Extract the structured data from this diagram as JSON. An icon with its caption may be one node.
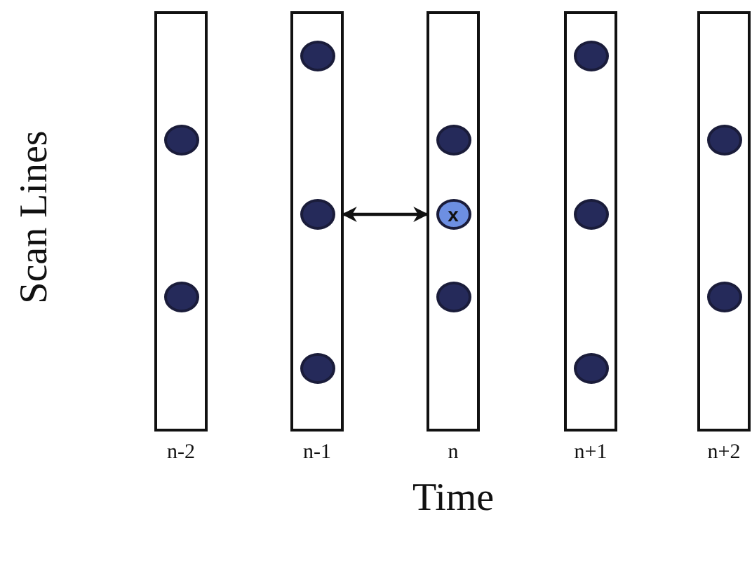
{
  "diagram": {
    "nodes": [
      {
        "text": [],
        "shape": "bar",
        "beside": [
          "n-2"
        ]
      },
      {
        "text": [],
        "shape": "circle",
        "in": 0
      },
      {
        "text": [],
        "shape": "circle",
        "in": 0
      },
      {
        "text": [],
        "shape": "bar",
        "beside": [
          "n-1"
        ]
      },
      {
        "text": [],
        "shape": "circle",
        "in": 3
      },
      {
        "text": [],
        "shape": "circle",
        "in": 3
      },
      {
        "text": [],
        "shape": "circle",
        "in": 3
      },
      {
        "text": [],
        "shape": "bar",
        "beside": [
          "n"
        ]
      },
      {
        "text": [],
        "shape": "circle",
        "in": 7
      },
      {
        "text": [
          "x"
        ],
        "in": 7
      },
      {
        "text": [],
        "shape": "circle",
        "in": 7
      },
      {
        "text": [],
        "shape": "bar",
        "beside": [
          "n+1"
        ]
      },
      {
        "text": [],
        "shape": "circle",
        "in": 11
      },
      {
        "text": [],
        "shape": "circle",
        "in": 11
      },
      {
        "text": [],
        "shape": "circle",
        "in": 11
      },
      {
        "text": [],
        "shape": "bar",
        "beside": [
          "n+2"
        ]
      },
      {
        "text": [],
        "shape": "circle",
        "in": 15
      },
      {
        "text": [],
        "shape": "circle",
        "in": 15
      }
    ],
    "edges": [
      {
        "from": 5,
        "to": 9,
        "arrow": "both"
      }
    ],
    "labels": [
      "Scan Lines",
      "Time"
    ]
  }
}
